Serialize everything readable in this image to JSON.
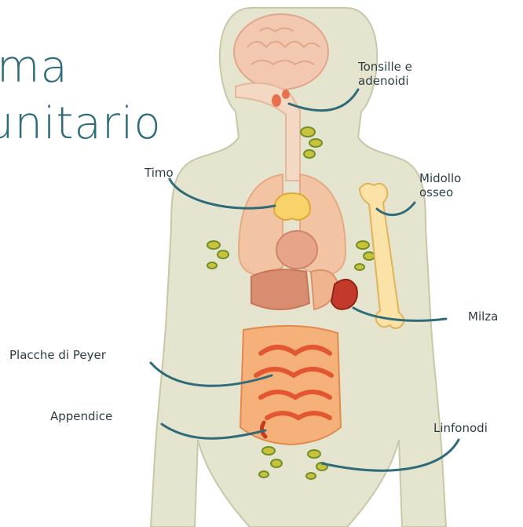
{
  "title": {
    "line1": "ma",
    "line2": "unitario"
  },
  "labels": {
    "tonsille": [
      "Tonsille e",
      "adenoidi"
    ],
    "timo": "Timo",
    "midollo": [
      "Midollo",
      "osseo"
    ],
    "milza": "Milza",
    "placche": "Placche di Peyer",
    "appendice": "Appendice",
    "linfonodi": "Linfonodi"
  },
  "colors": {
    "title": "#2f6b79",
    "leader": "#2f6b79",
    "body_fill": "#e5e4cf",
    "body_stroke": "#c9c7a8",
    "label_text": "#2c3e44"
  }
}
